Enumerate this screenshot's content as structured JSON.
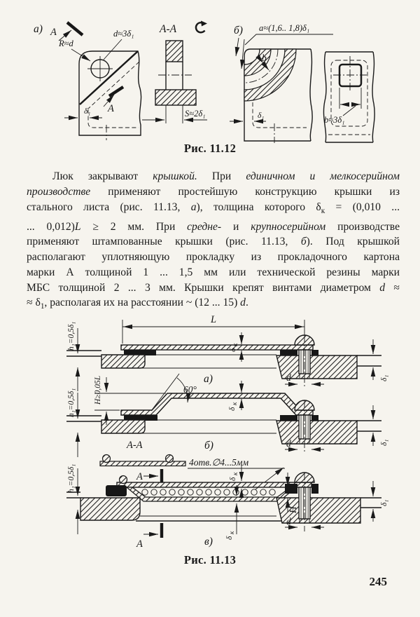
{
  "page": {
    "number": "245"
  },
  "fig12": {
    "caption": "Рис. 11.12",
    "view_a": {
      "tag": "а)",
      "cut_letter": "А",
      "radius_label": "R≈d",
      "hole_label": "d≈3δ₁",
      "wall_label": "δ₁"
    },
    "section": {
      "title": "А-А",
      "width_label": "S≈2δ₁"
    },
    "view_b": {
      "tag": "б)",
      "depth_label": "a≈(1,6.. 1,8)δ₁",
      "band_label": "b",
      "wall_label": "δ₁",
      "boss_label": "b≈3δ₁"
    }
  },
  "paragraph": {
    "lines": [
      {
        "segs": [
          {
            "t": "Люк закрывают "
          },
          {
            "t": "крышкой.",
            "i": true
          },
          {
            "t": " При "
          },
          {
            "t": "единичном и мелкосерийном",
            "i": true
          }
        ]
      },
      {
        "segs": [
          {
            "t": "производстве",
            "i": true
          },
          {
            "t": " применяют простейшую конструкцию крышки из"
          }
        ]
      },
      {
        "segs": [
          {
            "t": "стального листа (рис. 11.13, "
          },
          {
            "t": "а",
            "i": true
          },
          {
            "t": "), толщина которого δ"
          },
          {
            "t": "к",
            "sub": true
          },
          {
            "t": " = (0,010 ..."
          }
        ]
      },
      {
        "segs": [
          {
            "t": "... 0,012)"
          },
          {
            "t": "L",
            "i": true
          },
          {
            "t": " ≥ 2 мм. При "
          },
          {
            "t": "средне-",
            "i": true
          },
          {
            "t": " и "
          },
          {
            "t": "крупносерийном",
            "i": true
          },
          {
            "t": " производстве"
          }
        ]
      },
      {
        "segs": [
          {
            "t": "применяют штампованные крышки (рис. 11.13, "
          },
          {
            "t": "б",
            "i": true
          },
          {
            "t": "). Под крышкой"
          }
        ]
      },
      {
        "segs": [
          {
            "t": "располагают уплотняющую прокладку из прокладочного картона"
          }
        ]
      },
      {
        "segs": [
          {
            "t": "марки А толщиной 1 ... 1,5 мм или технической резины марки"
          }
        ]
      },
      {
        "segs": [
          {
            "t": "МБС толщиной 2 ... 3 мм. Крышки крепят винтами диаметром "
          },
          {
            "t": "d",
            "i": true
          },
          {
            "t": " ≈"
          }
        ]
      },
      {
        "segs": [
          {
            "t": "≈ δ"
          },
          {
            "t": "1",
            "sub": true
          },
          {
            "t": ", располагая их на расстоянии ~ (12 ... 15) "
          },
          {
            "t": "d",
            "i": true
          },
          {
            "t": "."
          }
        ]
      }
    ]
  },
  "fig13": {
    "caption": "Рис. 11.13",
    "length_label": "L",
    "h1_label": "h₁=0,5δ₁",
    "H_min_label": "H≥0,05L",
    "delta_k": {
      "base": "δ",
      "sub": "к"
    },
    "delta1_label": "δ₁",
    "d_label": "d",
    "H_label": "Н",
    "angle_label": "60°",
    "section_label": "А-А",
    "cut_letter": "А",
    "holes_label": "4отв.∅4...5мм",
    "tags": {
      "a": "а)",
      "b": "б)",
      "v": "в)"
    }
  }
}
